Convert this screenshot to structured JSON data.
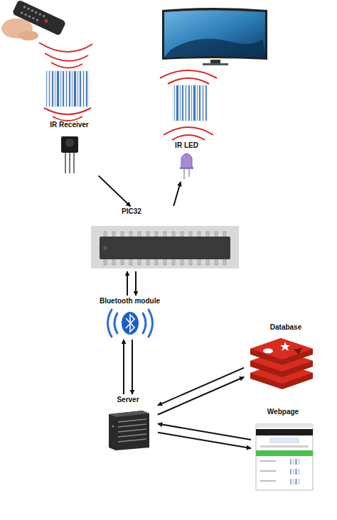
{
  "diagram": {
    "nodes": [
      {
        "text": [
          "IR Receiver"
        ]
      },
      {
        "text": [
          "IR LED"
        ]
      },
      {
        "text": [
          "PIC32"
        ]
      },
      {
        "text": [
          "Bluetooth module"
        ]
      },
      {
        "text": [
          "Database"
        ]
      },
      {
        "text": [
          "Server"
        ]
      },
      {
        "text": [
          "Webpage"
        ]
      }
    ],
    "edges": [
      {
        "from": 0,
        "to": 2,
        "arrow": "to"
      },
      {
        "from": 2,
        "to": 1,
        "arrow": "to"
      },
      {
        "from": 3,
        "to": 2,
        "arrow": "to"
      },
      {
        "from": 2,
        "to": 3,
        "arrow": "to"
      },
      {
        "from": 5,
        "to": 3,
        "arrow": "to"
      },
      {
        "from": 3,
        "to": 5,
        "arrow": "to"
      },
      {
        "from": 5,
        "to": 4,
        "arrow": "to"
      },
      {
        "from": 4,
        "to": 5,
        "arrow": "to"
      },
      {
        "from": 6,
        "to": 5,
        "arrow": "to"
      },
      {
        "from": 5,
        "to": 6,
        "arrow": "to"
      }
    ]
  }
}
